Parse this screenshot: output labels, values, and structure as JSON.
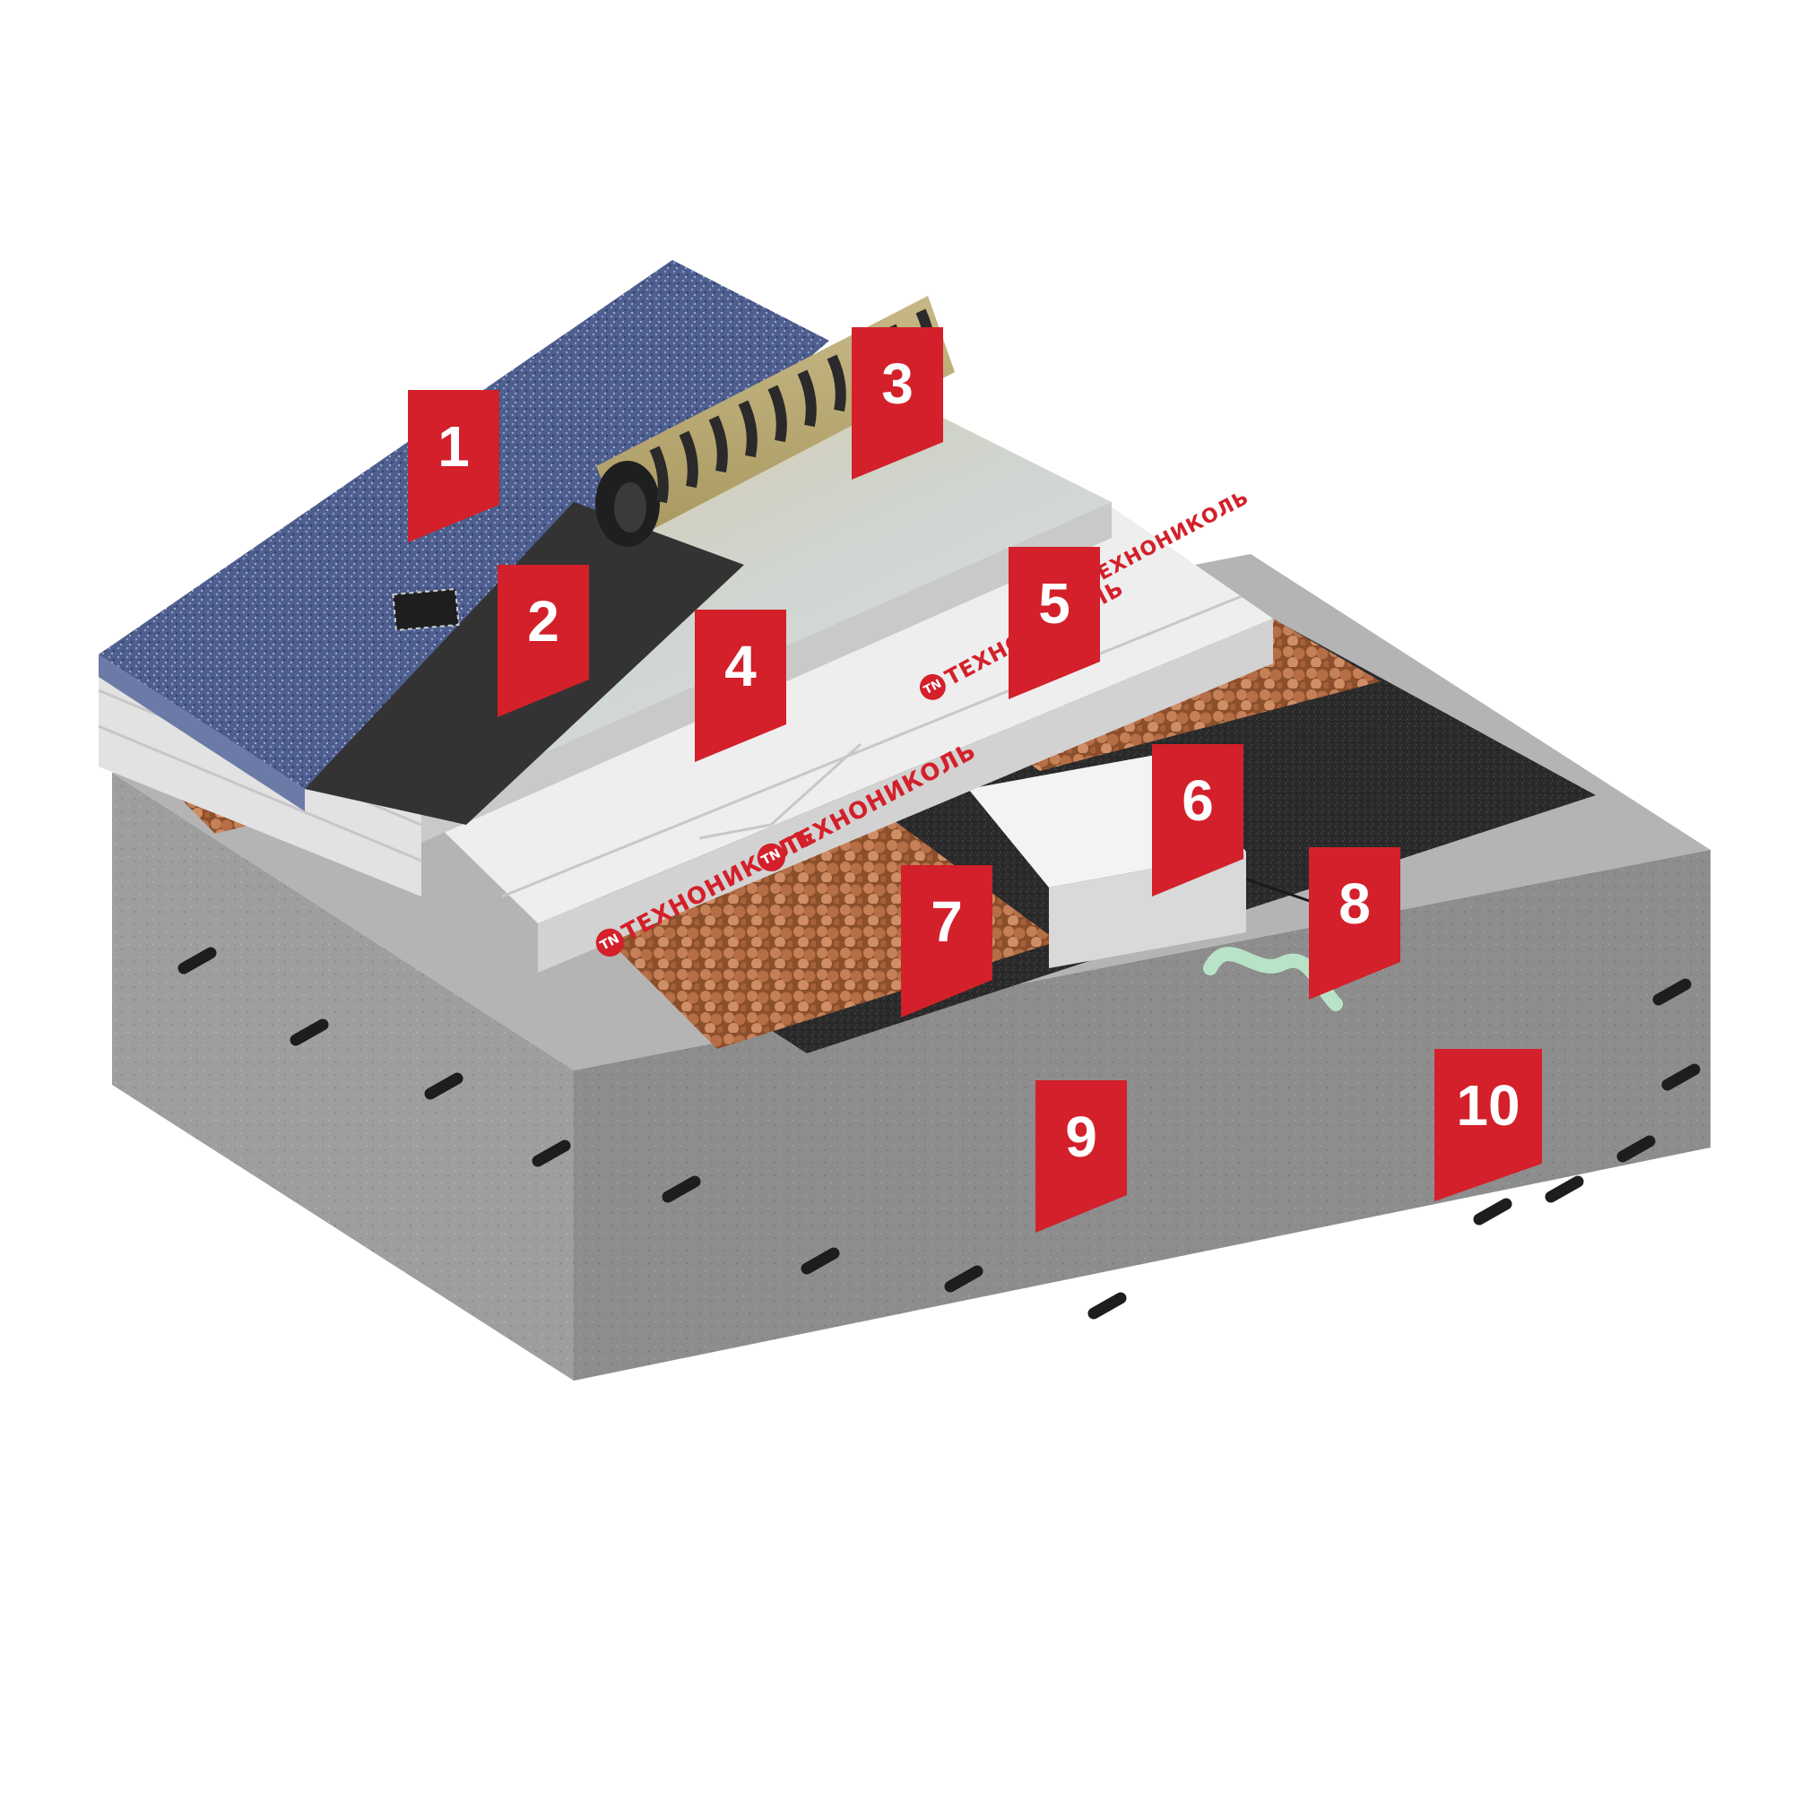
{
  "brand": {
    "text": "ТЕХНОНИКОЛЬ",
    "logo_mark": "TN",
    "color": "#d3202a"
  },
  "colors": {
    "tag": "#d3202a",
    "tag_text": "#ffffff",
    "shingles": "#4a5a8a",
    "underlay": "#2f2f2f",
    "osb_board": "#d9c9a0",
    "xps_board": "#ececec",
    "clay_granules": "#c07d55",
    "membrane": "#2a2a2a",
    "concrete": "#a3a3a3"
  },
  "callouts": [
    {
      "number": "1",
      "layer": "shingles"
    },
    {
      "number": "2",
      "layer": "underlay-membrane"
    },
    {
      "number": "3",
      "layer": "rolled-membrane"
    },
    {
      "number": "4",
      "layer": "board-deck"
    },
    {
      "number": "5",
      "layer": "xps-insulation"
    },
    {
      "number": "6",
      "layer": "xps-beam"
    },
    {
      "number": "7",
      "layer": "expanded-clay"
    },
    {
      "number": "8",
      "layer": "sealant-cord"
    },
    {
      "number": "9",
      "layer": "vapor-barrier"
    },
    {
      "number": "10",
      "layer": "concrete-slab"
    }
  ]
}
